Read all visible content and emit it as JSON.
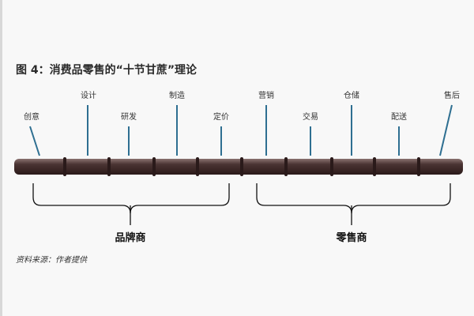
{
  "title": "图 4：消费品零售的“十节甘蔗”理论",
  "stages": [
    "创意",
    "设计",
    "研发",
    "制造",
    "定价",
    "营销",
    "交易",
    "仓储",
    "配送",
    "售后"
  ],
  "groups": {
    "brand": "品牌商",
    "retail": "零售商"
  },
  "source": "资料来源：作者提供",
  "colors": {
    "cane": "#4a3433",
    "pointer": "#2e6f91"
  }
}
